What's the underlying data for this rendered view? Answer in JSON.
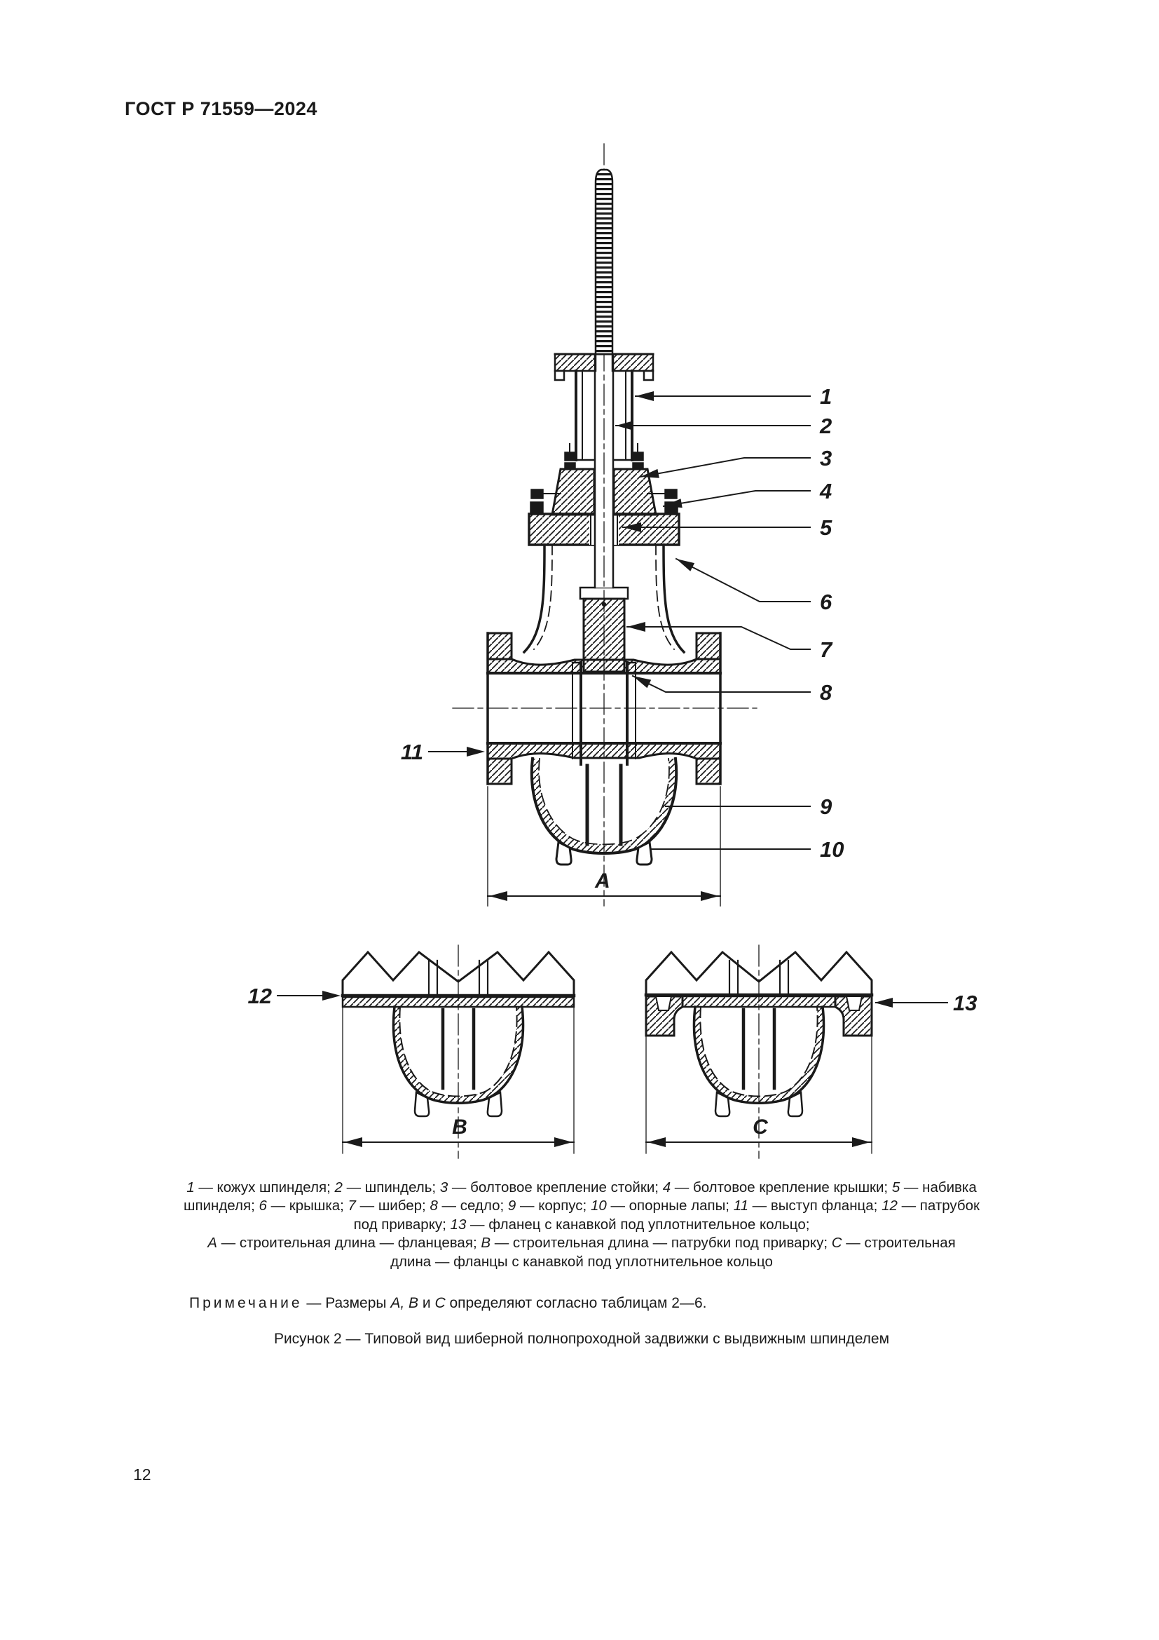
{
  "page": {
    "header": "ГОСТ Р 71559—2024",
    "page_number": "12"
  },
  "drawing": {
    "callouts": {
      "c1": "1",
      "c2": "2",
      "c3": "3",
      "c4": "4",
      "c5": "5",
      "c6": "6",
      "c7": "7",
      "c8": "8",
      "c9": "9",
      "c10": "10",
      "c11": "11",
      "c12": "12",
      "c13": "13"
    },
    "dims": {
      "A": "A",
      "B": "B",
      "C": "C"
    }
  },
  "caption": {
    "lines": [
      [
        {
          "t": "1",
          "i": true
        },
        {
          "t": " — кожух шпинделя; "
        },
        {
          "t": "2",
          "i": true
        },
        {
          "t": " — шпиндель; "
        },
        {
          "t": "3",
          "i": true
        },
        {
          "t": " — болтовое крепление стойки; "
        },
        {
          "t": "4",
          "i": true
        },
        {
          "t": " — болтовое крепление крышки; "
        },
        {
          "t": "5",
          "i": true
        },
        {
          "t": " — набивка"
        }
      ],
      [
        {
          "t": "шпинделя; "
        },
        {
          "t": "6",
          "i": true
        },
        {
          "t": " — крышка; "
        },
        {
          "t": "7",
          "i": true
        },
        {
          "t": " — шибер; "
        },
        {
          "t": "8",
          "i": true
        },
        {
          "t": " — седло; "
        },
        {
          "t": "9",
          "i": true
        },
        {
          "t": " — корпус; "
        },
        {
          "t": "10",
          "i": true
        },
        {
          "t": " — опорные лапы; "
        },
        {
          "t": "11",
          "i": true
        },
        {
          "t": " — выступ фланца; "
        },
        {
          "t": "12",
          "i": true
        },
        {
          "t": " — патрубок"
        }
      ],
      [
        {
          "t": "под приварку; "
        },
        {
          "t": "13",
          "i": true
        },
        {
          "t": " — фланец с канавкой под уплотнительное кольцо;"
        }
      ],
      [
        {
          "t": "А",
          "i": true
        },
        {
          "t": " — строительная длина — фланцевая; "
        },
        {
          "t": "В",
          "i": true
        },
        {
          "t": " — строительная длина — патрубки под приварку; "
        },
        {
          "t": "С",
          "i": true
        },
        {
          "t": " — строительная"
        }
      ],
      [
        {
          "t": "длина — фланцы с канавкой под уплотнительное кольцо"
        }
      ]
    ]
  },
  "note": {
    "segments": [
      {
        "t": "Примечание",
        "sp": true
      },
      {
        "t": " — Размеры "
      },
      {
        "t": "А, В",
        "i": true
      },
      {
        "t": " и "
      },
      {
        "t": "С",
        "i": true
      },
      {
        "t": " определяют согласно таблицам 2—6."
      }
    ]
  },
  "figure_caption": "Рисунок 2 — Типовой вид шиберной полнопроходной задвижки с выдвижным шпинделем"
}
